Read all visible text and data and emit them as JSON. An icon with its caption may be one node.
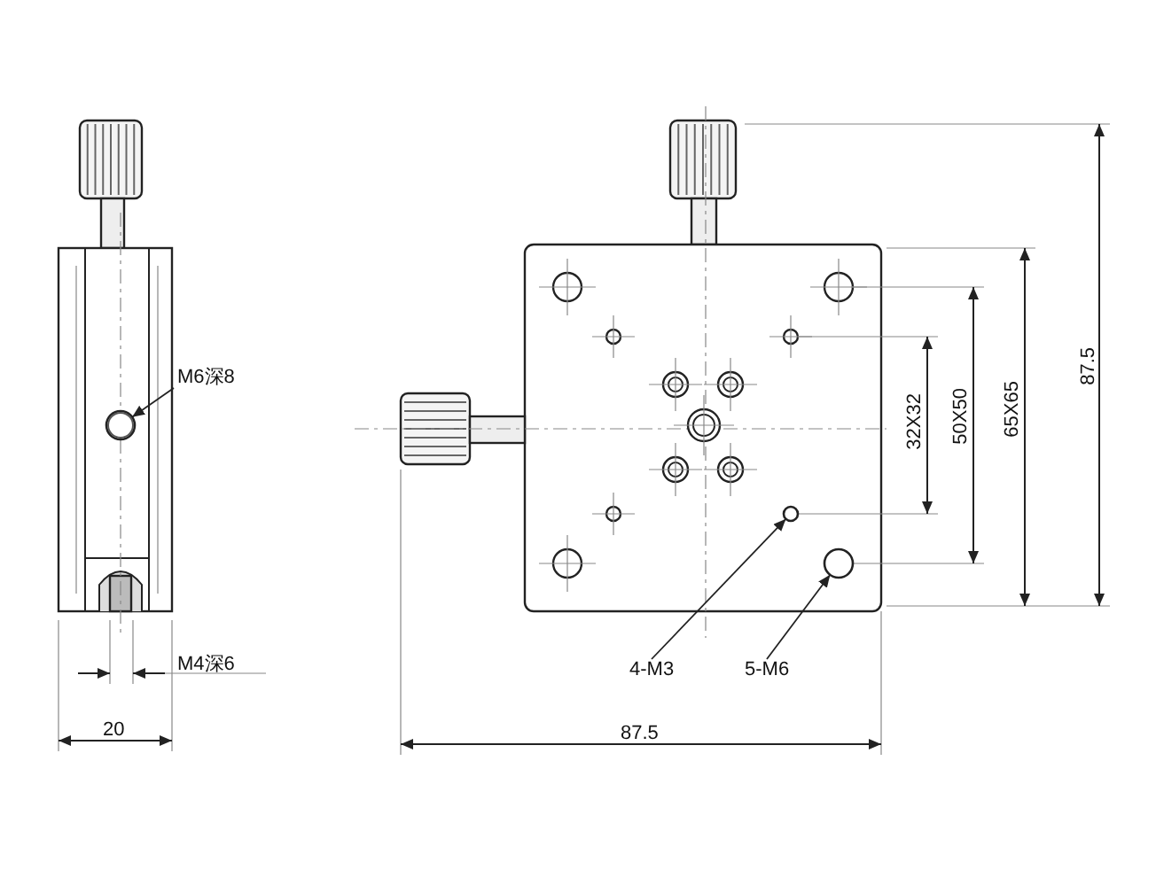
{
  "diagram": {
    "nodes": [
      {
        "text": [
          "M6深8"
        ]
      },
      {
        "text": [],
        "shape": "circle"
      },
      {
        "text": [
          "4-M3"
        ]
      },
      {
        "text": [],
        "shape": "circle"
      },
      {
        "text": [
          "5-M6"
        ]
      },
      {
        "text": [],
        "shape": "circle"
      }
    ],
    "edges": [
      {
        "from": 0,
        "to": 1,
        "arrow": "to"
      },
      {
        "from": 2,
        "to": 3,
        "arrow": "to"
      },
      {
        "from": 4,
        "to": 5,
        "arrow": "to"
      }
    ],
    "labels": [
      "87.5",
      "32X32",
      "50X50",
      "65X65",
      "M4深6",
      "20",
      "87.5"
    ]
  }
}
